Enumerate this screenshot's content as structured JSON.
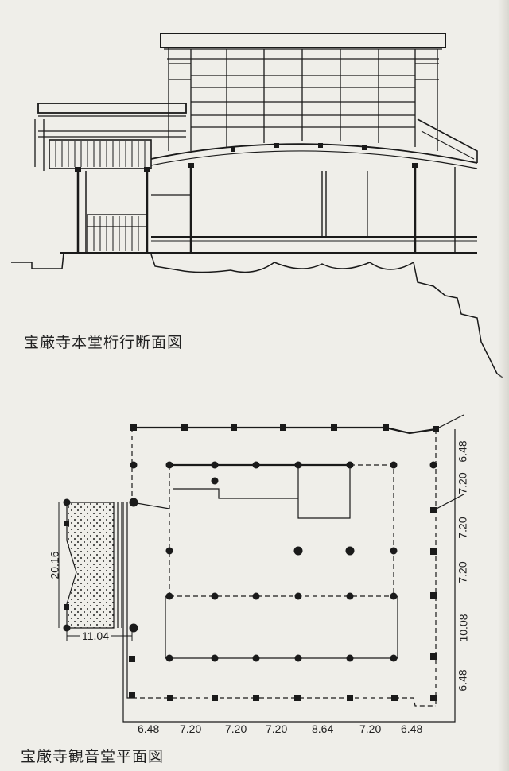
{
  "captions": {
    "section": "宝厳寺本堂桁行断面図",
    "plan": "宝厳寺観音堂平面図"
  },
  "plan_dimensions": {
    "bottom": [
      "6.48",
      "7.20",
      "7.20",
      "7.20",
      "8.64",
      "7.20",
      "6.48"
    ],
    "right": [
      "6.48",
      "7.20",
      "7.20",
      "7.20",
      "10.08",
      "6.48"
    ],
    "left_vertical": "20.16",
    "left_horizontal": "11.04"
  },
  "colors": {
    "paper": "#efeee9",
    "ink": "#1a1a1a"
  }
}
